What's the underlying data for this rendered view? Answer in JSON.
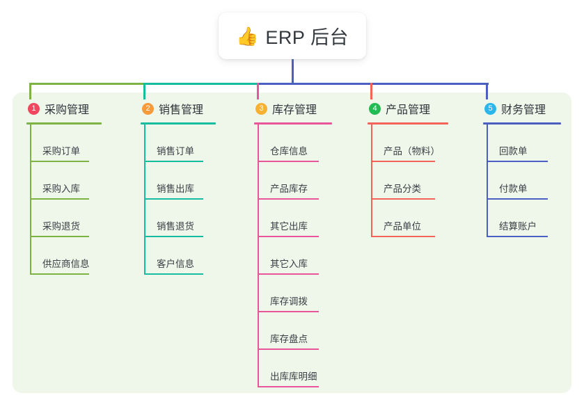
{
  "diagram": {
    "type": "mind-map",
    "root": {
      "emoji": "👍",
      "emoji_name": "thumbs-up-icon",
      "title": "ERP 后台"
    },
    "panel_color": "#eef7ea",
    "root_stem_color": "#4a5fc1",
    "bus_segments": [
      {
        "color": "#7cb342",
        "from": "col1",
        "to": "col2"
      },
      {
        "color": "#15bda0",
        "from": "col2",
        "to": "col3"
      },
      {
        "color": "#4a5fc1",
        "from": "col3",
        "to": "col5"
      }
    ],
    "columns": [
      {
        "number": "1",
        "title": "采购管理",
        "badge_color": "#f0475e",
        "line_color": "#7cb342",
        "drop_color": "#7cb342",
        "items": [
          "采购订单",
          "采购入库",
          "采购退货",
          "供应商信息"
        ]
      },
      {
        "number": "2",
        "title": "销售管理",
        "badge_color": "#f79a3c",
        "line_color": "#15bda0",
        "drop_color": "#15bda0",
        "items": [
          "销售订单",
          "销售出库",
          "销售退货",
          "客户信息"
        ]
      },
      {
        "number": "3",
        "title": "库存管理",
        "badge_color": "#f8b133",
        "line_color": "#e8559b",
        "drop_color": "#e8559b",
        "items": [
          "仓库信息",
          "产品库存",
          "其它出库",
          "其它入库",
          "库存调拨",
          "库存盘点",
          "出库库明细"
        ]
      },
      {
        "number": "4",
        "title": "产品管理",
        "badge_color": "#22ba52",
        "line_color": "#f2645a",
        "drop_color": "#f2645a",
        "items": [
          "产品（物料）",
          "产品分类",
          "产品单位"
        ]
      },
      {
        "number": "5",
        "title": "财务管理",
        "badge_color": "#29b6ea",
        "line_color": "#4a5fc1",
        "drop_color": "#4a5fc1",
        "items": [
          "回款单",
          "付款单",
          "结算账户"
        ]
      }
    ]
  }
}
